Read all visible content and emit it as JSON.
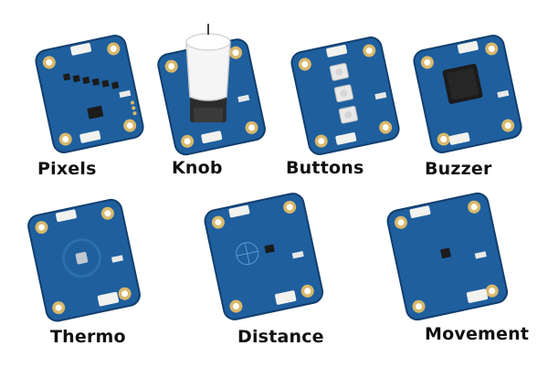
{
  "modules": [
    {
      "key": "pixels",
      "label": "Pixels"
    },
    {
      "key": "knob",
      "label": "Knob"
    },
    {
      "key": "buttons",
      "label": "Buttons"
    },
    {
      "key": "buzzer",
      "label": "Buzzer"
    },
    {
      "key": "thermo",
      "label": "Thermo"
    },
    {
      "key": "distance",
      "label": "Distance"
    },
    {
      "key": "movement",
      "label": "Movement"
    }
  ],
  "colors": {
    "pcb": "#1f5f9e",
    "pcb_edge": "#123f6e",
    "pad": "#d8b86a",
    "hole": "#ffffff",
    "connector": "#f2f2ee",
    "chip": "#1b1b1b",
    "knob_cap": "#f5f5f5",
    "button": "#e9e9e9"
  }
}
